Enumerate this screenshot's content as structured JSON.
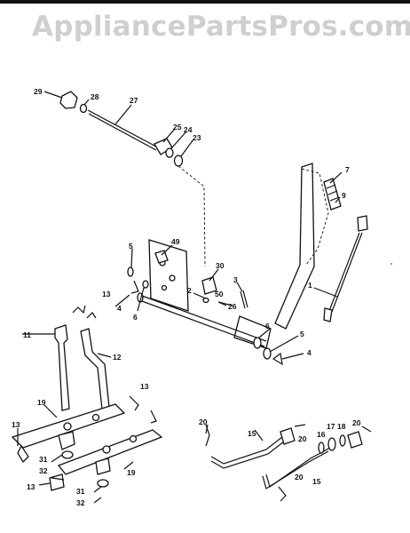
{
  "header": {
    "watermark": "AppliancePartsPros.com"
  },
  "callouts": [
    {
      "id": "c29",
      "text": "29"
    },
    {
      "id": "c28",
      "text": "28"
    },
    {
      "id": "c27",
      "text": "27"
    },
    {
      "id": "c25",
      "text": "25"
    },
    {
      "id": "c24",
      "text": "24"
    },
    {
      "id": "c23",
      "text": "23"
    },
    {
      "id": "c7",
      "text": "7"
    },
    {
      "id": "c9",
      "text": "9"
    },
    {
      "id": "c1",
      "text": "1"
    },
    {
      "id": "c49",
      "text": "49"
    },
    {
      "id": "c5a",
      "text": "5"
    },
    {
      "id": "c30",
      "text": "30"
    },
    {
      "id": "c3",
      "text": "3"
    },
    {
      "id": "c2",
      "text": "2"
    },
    {
      "id": "c50",
      "text": "50"
    },
    {
      "id": "c26",
      "text": "26"
    },
    {
      "id": "c4a",
      "text": "4"
    },
    {
      "id": "c6a",
      "text": "6"
    },
    {
      "id": "c13a",
      "text": "13"
    },
    {
      "id": "c11",
      "text": "11"
    },
    {
      "id": "c12",
      "text": "12"
    },
    {
      "id": "c6b",
      "text": "6"
    },
    {
      "id": "c5b",
      "text": "5"
    },
    {
      "id": "c4b",
      "text": "4"
    },
    {
      "id": "c13b",
      "text": "13"
    },
    {
      "id": "c19a",
      "text": "19"
    },
    {
      "id": "c13c",
      "text": "13"
    },
    {
      "id": "c31a",
      "text": "31"
    },
    {
      "id": "c32a",
      "text": "32"
    },
    {
      "id": "c13d",
      "text": "13"
    },
    {
      "id": "c19b",
      "text": "19"
    },
    {
      "id": "c31b",
      "text": "31"
    },
    {
      "id": "c32b",
      "text": "32"
    },
    {
      "id": "c20a",
      "text": "20"
    },
    {
      "id": "c15a",
      "text": "15"
    },
    {
      "id": "c20b",
      "text": "20"
    },
    {
      "id": "c16",
      "text": "16"
    },
    {
      "id": "c17",
      "text": "17"
    },
    {
      "id": "c18",
      "text": "18"
    },
    {
      "id": "c20c",
      "text": "20"
    },
    {
      "id": "c20d",
      "text": "20"
    },
    {
      "id": "c15b",
      "text": "15"
    }
  ]
}
